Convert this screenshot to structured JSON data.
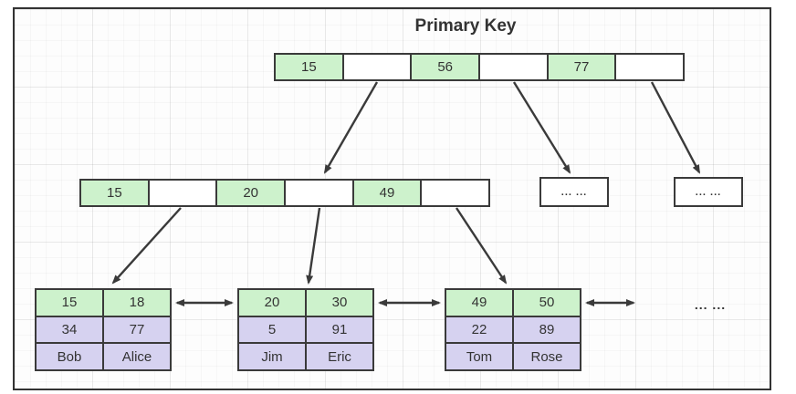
{
  "diagram": {
    "title": "Primary Key",
    "root_node": {
      "cells": [
        "15",
        "",
        "56",
        "",
        "77",
        ""
      ]
    },
    "internal_node": {
      "cells": [
        "15",
        "",
        "20",
        "",
        "49",
        ""
      ]
    },
    "overflow_nodes": [
      "... ...",
      "... ..."
    ],
    "leaf_pages": [
      {
        "rows": [
          [
            "15",
            "18"
          ],
          [
            "34",
            "77"
          ],
          [
            "Bob",
            "Alice"
          ]
        ]
      },
      {
        "rows": [
          [
            "20",
            "30"
          ],
          [
            "5",
            "91"
          ],
          [
            "Jim",
            "Eric"
          ]
        ]
      },
      {
        "rows": [
          [
            "49",
            "50"
          ],
          [
            "22",
            "89"
          ],
          [
            "Tom",
            "Rose"
          ]
        ]
      }
    ],
    "overflow_leaves_label": "... ...",
    "colors": {
      "key_cell": "#cdf2cc",
      "data_cell": "#d6d2f0",
      "line": "#3a3a3a",
      "text": "#333333"
    }
  }
}
